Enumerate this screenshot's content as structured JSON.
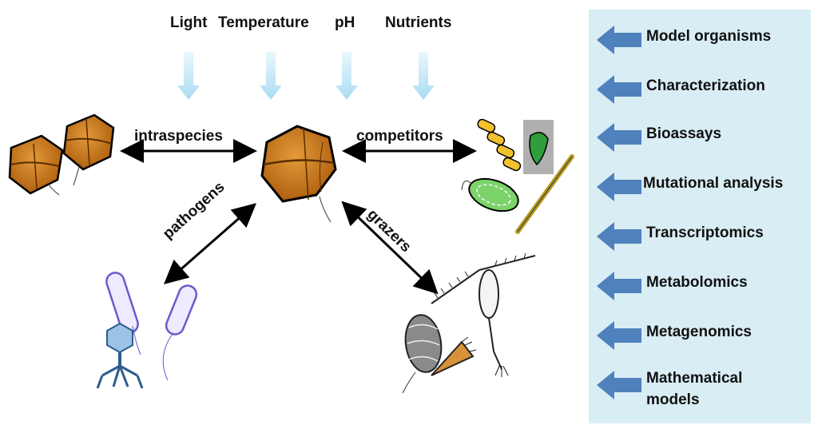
{
  "environment_factors": [
    "Light",
    "Temperature",
    "pH",
    "Nutrients"
  ],
  "interactions": {
    "intraspecies": "intraspecies",
    "competitors": "competitors",
    "pathogens": "pathogens",
    "grazers": "grazers"
  },
  "methods": [
    "Model organisms",
    "Characterization",
    "Bioassays",
    "Mutational analysis",
    "Transcriptomics",
    "Metabolomics",
    "Metagenomics",
    "Mathematical models"
  ],
  "colors": {
    "panel_bg": "#d9edf4",
    "method_arrow": "#4f81bd",
    "factor_arrow": "#bfe6f7",
    "dinoflagellate": "#c8720f",
    "green_algae": "#4caf50",
    "bacteria": "#8a7be0",
    "phage": "#3a6fa6"
  }
}
